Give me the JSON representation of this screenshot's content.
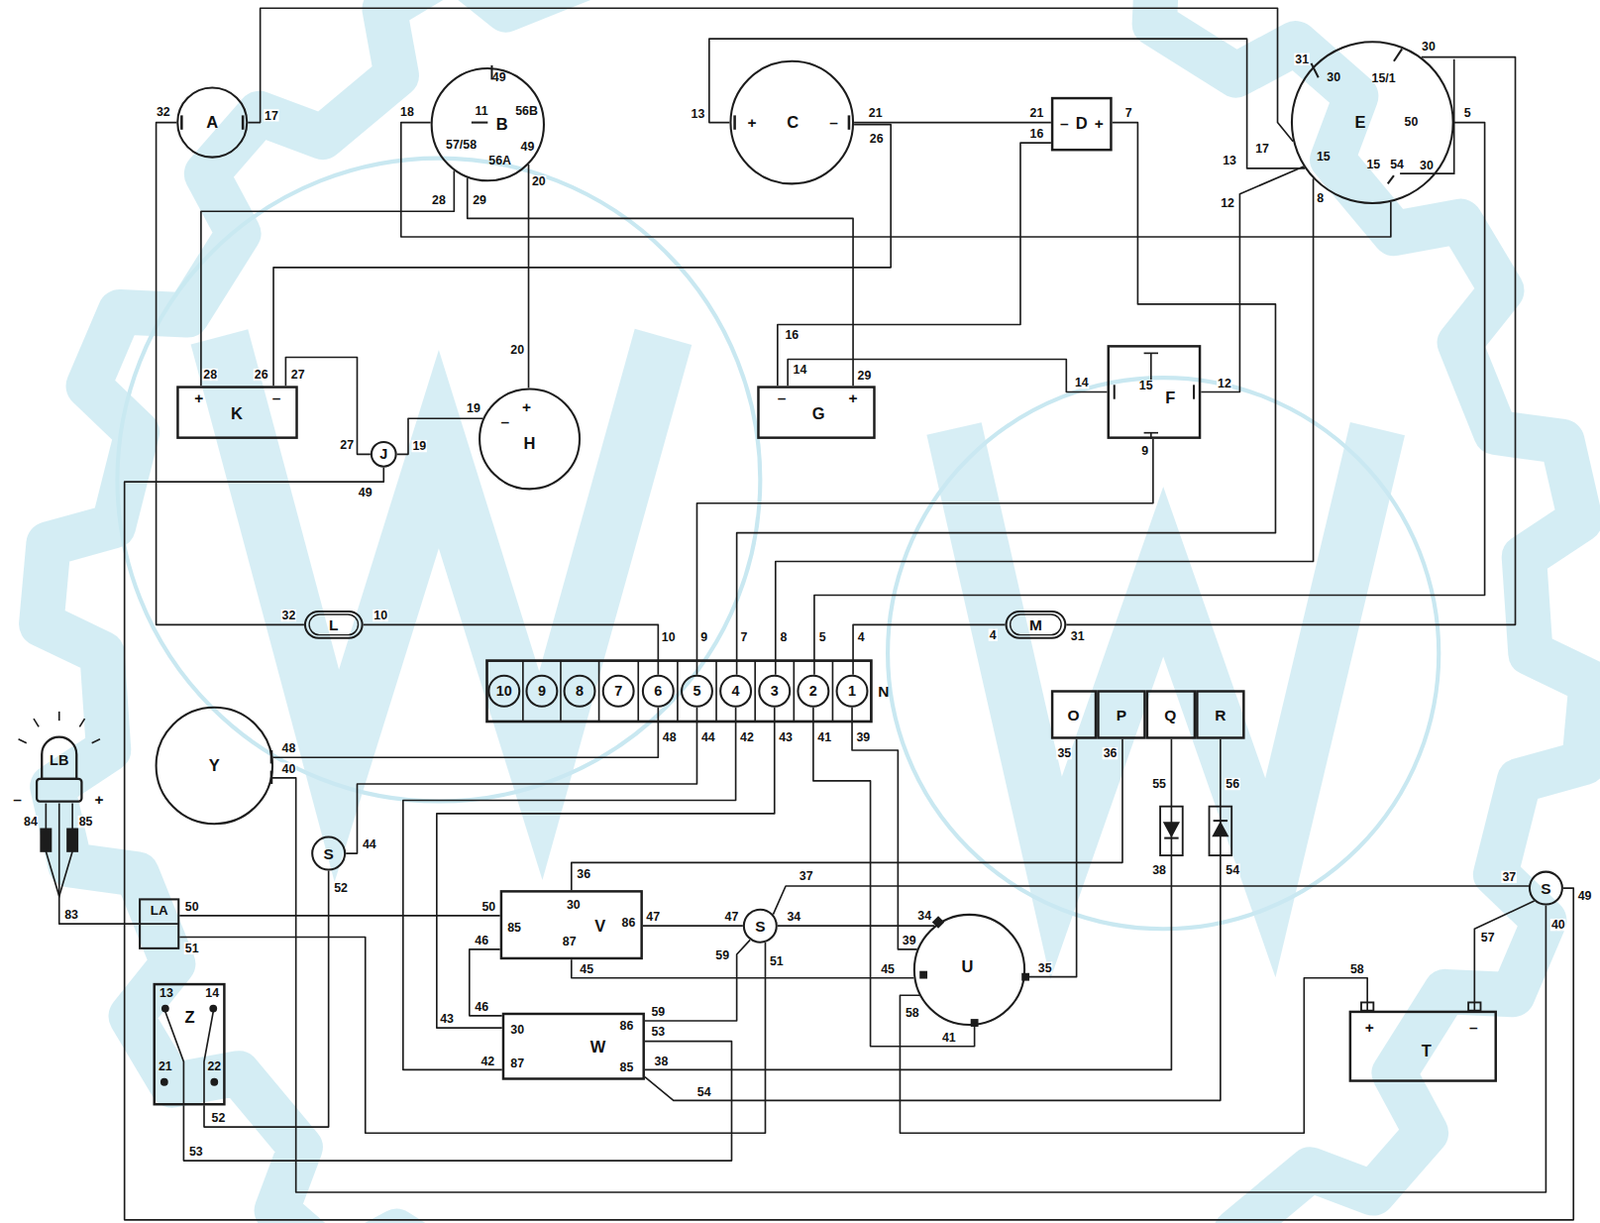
{
  "diagram": {
    "nodes": [
      {
        "text": [
          "A"
        ]
      },
      {
        "text": [
          "B",
          "49",
          "11",
          "56B",
          "57/58",
          "56A",
          "49"
        ]
      },
      {
        "text": [
          "C",
          "+",
          "–"
        ]
      },
      {
        "text": [
          "D",
          "–",
          "+"
        ]
      },
      {
        "text": [
          "E",
          "30",
          "15/1",
          "50",
          "15",
          "15",
          "54"
        ]
      },
      {
        "text": [
          "K",
          "+",
          "–"
        ]
      },
      {
        "text": [
          "J"
        ]
      },
      {
        "text": [
          "H",
          "+",
          "–"
        ]
      },
      {
        "text": [
          "G",
          "–",
          "+"
        ]
      },
      {
        "text": [
          "F",
          "15"
        ]
      },
      {
        "text": [
          "L"
        ]
      },
      {
        "text": [
          "M"
        ]
      },
      {
        "text": [
          "N"
        ]
      },
      {
        "text": [
          "10"
        ],
        "in": 12
      },
      {
        "text": [
          "9"
        ],
        "in": 12
      },
      {
        "text": [
          "8"
        ],
        "in": 12
      },
      {
        "text": [
          "7"
        ],
        "in": 12
      },
      {
        "text": [
          "6"
        ],
        "in": 12
      },
      {
        "text": [
          "5"
        ],
        "in": 12
      },
      {
        "text": [
          "4"
        ],
        "in": 12
      },
      {
        "text": [
          "3"
        ],
        "in": 12
      },
      {
        "text": [
          "2"
        ],
        "in": 12
      },
      {
        "text": [
          "1"
        ],
        "in": 12
      },
      {
        "text": [
          "O"
        ]
      },
      {
        "text": [
          "P"
        ]
      },
      {
        "text": [
          "Q"
        ]
      },
      {
        "text": [
          "R"
        ]
      },
      {
        "text": [
          "LB",
          "–",
          "+"
        ]
      },
      {
        "text": [
          "Y"
        ]
      },
      {
        "text": [
          "S"
        ]
      },
      {
        "text": [
          "LA"
        ]
      },
      {
        "text": [
          "V",
          "30",
          "85",
          "86",
          "87"
        ]
      },
      {
        "text": [
          "S"
        ]
      },
      {
        "text": [
          "U"
        ]
      },
      {
        "text": [
          "Z",
          "13",
          "14",
          "21",
          "22"
        ]
      },
      {
        "text": [
          "W",
          "30",
          "87",
          "86",
          "85"
        ]
      },
      {
        "text": [
          "T",
          "+",
          "–"
        ]
      },
      {
        "text": [
          "S"
        ]
      }
    ],
    "edges": [
      {
        "from": 0,
        "to": 10,
        "arrow": "none"
      },
      {
        "from": 0,
        "to": 4,
        "arrow": "none"
      },
      {
        "from": 1,
        "to": 4,
        "arrow": "none"
      },
      {
        "from": 1,
        "to": 5,
        "arrow": "none"
      },
      {
        "from": 1,
        "to": 8,
        "arrow": "none"
      },
      {
        "from": 1,
        "to": 7,
        "arrow": "none"
      },
      {
        "from": 2,
        "to": 4,
        "arrow": "none"
      },
      {
        "from": 2,
        "to": 3,
        "arrow": "none"
      },
      {
        "from": 2,
        "to": 5,
        "arrow": "none"
      },
      {
        "from": 3,
        "to": 8,
        "arrow": "none"
      },
      {
        "from": 3,
        "to": 19,
        "arrow": "none"
      },
      {
        "from": 8,
        "to": 9,
        "arrow": "none"
      },
      {
        "from": 9,
        "to": 4,
        "arrow": "none"
      },
      {
        "from": 9,
        "to": 18,
        "arrow": "none"
      },
      {
        "from": 4,
        "to": 20,
        "arrow": "none"
      },
      {
        "from": 4,
        "to": 21,
        "arrow": "none"
      },
      {
        "from": 11,
        "to": 4,
        "arrow": "none"
      },
      {
        "from": 11,
        "to": 22,
        "arrow": "none"
      },
      {
        "from": 10,
        "to": 17,
        "arrow": "none"
      },
      {
        "from": 5,
        "to": 6,
        "arrow": "none"
      },
      {
        "from": 7,
        "to": 6,
        "arrow": "none"
      },
      {
        "from": 6,
        "to": 37,
        "arrow": "none"
      },
      {
        "from": 28,
        "to": 17,
        "arrow": "none"
      },
      {
        "from": 28,
        "to": 37,
        "arrow": "none"
      },
      {
        "from": 29,
        "to": 18,
        "arrow": "none"
      },
      {
        "from": 29,
        "to": 34,
        "arrow": "none"
      },
      {
        "from": 19,
        "to": 35,
        "arrow": "none"
      },
      {
        "from": 20,
        "to": 35,
        "arrow": "none"
      },
      {
        "from": 21,
        "to": 33,
        "arrow": "none"
      },
      {
        "from": 22,
        "to": 33,
        "arrow": "none"
      },
      {
        "from": 23,
        "to": 33,
        "arrow": "none"
      },
      {
        "from": 24,
        "to": 31,
        "arrow": "none"
      },
      {
        "from": 25,
        "to": 35,
        "arrow": "none"
      },
      {
        "from": 26,
        "to": 35,
        "arrow": "none"
      },
      {
        "from": 30,
        "to": 31,
        "arrow": "none"
      },
      {
        "from": 30,
        "to": 32,
        "arrow": "none"
      },
      {
        "from": 27,
        "to": 30,
        "arrow": "none"
      },
      {
        "from": 31,
        "to": 32,
        "arrow": "none"
      },
      {
        "from": 31,
        "to": 33,
        "arrow": "none"
      },
      {
        "from": 31,
        "to": 35,
        "arrow": "none"
      },
      {
        "from": 32,
        "to": 37,
        "arrow": "none"
      },
      {
        "from": 32,
        "to": 33,
        "arrow": "none"
      },
      {
        "from": 32,
        "to": 35,
        "arrow": "none"
      },
      {
        "from": 35,
        "to": 34,
        "arrow": "none"
      },
      {
        "from": 33,
        "to": 36,
        "arrow": "none"
      },
      {
        "from": 36,
        "to": 37,
        "arrow": "none"
      }
    ],
    "labels": [
      "32",
      "17",
      "18",
      "28",
      "29",
      "20",
      "13",
      "21",
      "26",
      "21",
      "16",
      "7",
      "31",
      "30",
      "5",
      "30",
      "17",
      "13",
      "8",
      "12",
      "28",
      "26",
      "27",
      "20",
      "19",
      "27",
      "19",
      "49",
      "16",
      "14",
      "29",
      "14",
      "12",
      "9",
      "32",
      "10",
      "4",
      "31",
      "10",
      "9",
      "7",
      "8",
      "5",
      "4",
      "48",
      "44",
      "42",
      "43",
      "41",
      "39",
      "35",
      "36",
      "55",
      "56",
      "38",
      "54",
      "48",
      "40",
      "44",
      "52",
      "84",
      "85",
      "83",
      "50",
      "51",
      "36",
      "50",
      "46",
      "47",
      "45",
      "37",
      "47",
      "34",
      "59",
      "51",
      "34",
      "39",
      "45",
      "35",
      "58",
      "41",
      "46",
      "43",
      "42",
      "59",
      "53",
      "38",
      "54",
      "52",
      "53",
      "58",
      "57",
      "37",
      "40",
      "49"
    ]
  }
}
